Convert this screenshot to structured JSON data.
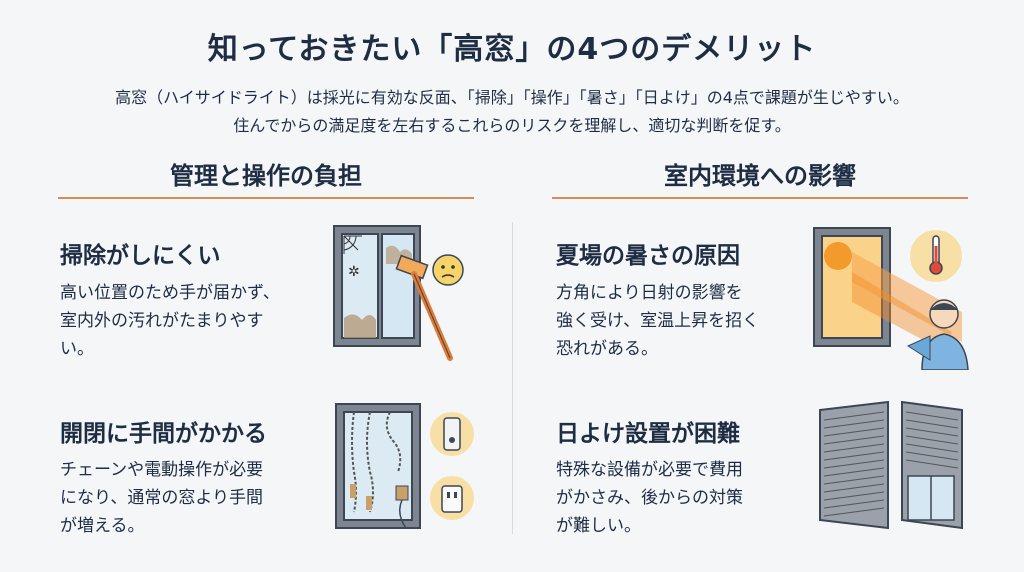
{
  "title": "知っておきたい「高窓」の4つのデメリット",
  "intro": {
    "line1": "高窓（ハイサイドライト）は採光に有効な反面、「掃除」「操作」「暑さ」「日よけ」の4点で課題が生じやすい。",
    "line2": "住んでからの満足度を左右するこれらのリスクを理解し、適切な判断を促す。"
  },
  "columns": [
    {
      "heading": "管理と操作の負担",
      "items": [
        {
          "title": "掃除がしにくい",
          "body": [
            "高い位置のため手が届かず、",
            "室内外の汚れがたまりやす",
            "い。"
          ]
        },
        {
          "title": "開閉に手間がかかる",
          "body": [
            "チェーンや電動操作が必要",
            "になり、通常の窓より手間",
            "が増える。"
          ]
        }
      ]
    },
    {
      "heading": "室内環境への影響",
      "items": [
        {
          "title": "夏場の暑さの原因",
          "body": [
            "方角により日射の影響を",
            "強く受け、室温上昇を招く",
            "恐れがある。"
          ]
        },
        {
          "title": "日よけ設置が困難",
          "body": [
            "特殊な設備が必要で費用",
            "がかさみ、後からの対策",
            "が難しい。"
          ]
        }
      ]
    }
  ],
  "colors": {
    "accent": "#d98b56",
    "text": "#1f2d44",
    "background": "#f5f6f8"
  },
  "icons": [
    "dirty-window-cleaning-icon",
    "chain-window-remote-icon",
    "sun-heat-window-icon",
    "blinds-window-icon"
  ]
}
